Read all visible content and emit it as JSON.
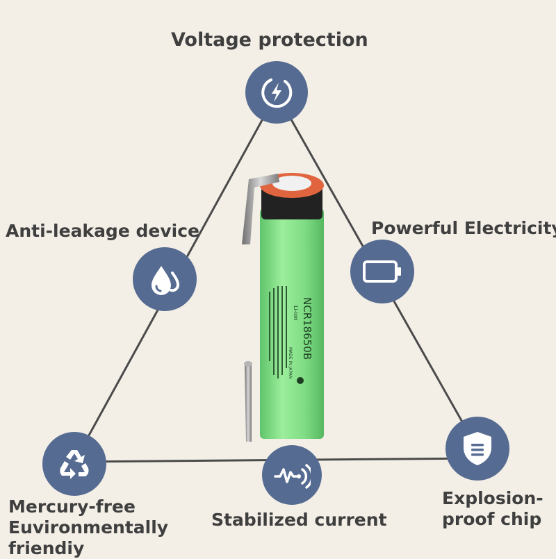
{
  "features": {
    "voltage": {
      "label": "Voltage protection",
      "icon": "lightning-circle-icon"
    },
    "leakage": {
      "label": "Anti-leakage device",
      "icon": "water-drop-icon"
    },
    "electricity": {
      "label": "Powerful Electricity",
      "icon": "battery-icon"
    },
    "mercury": {
      "line1": "Mercury-free",
      "line2": "Euvironmentally",
      "line3": "friendiy",
      "icon": "recycle-icon"
    },
    "current": {
      "label": "Stabilized current",
      "icon": "wave-signal-icon"
    },
    "explosion": {
      "line1": "Explosion-",
      "line2": "proof chip",
      "icon": "shield-icon"
    }
  },
  "battery": {
    "model": "NCR18650B",
    "type": "Li-ion",
    "origin": "MADE IN JAPAN",
    "color": "#84e089"
  },
  "colors": {
    "background": "#f3efe7",
    "circle": "#566b91",
    "line": "#4a4a4a",
    "text": "#3f3f3f"
  }
}
